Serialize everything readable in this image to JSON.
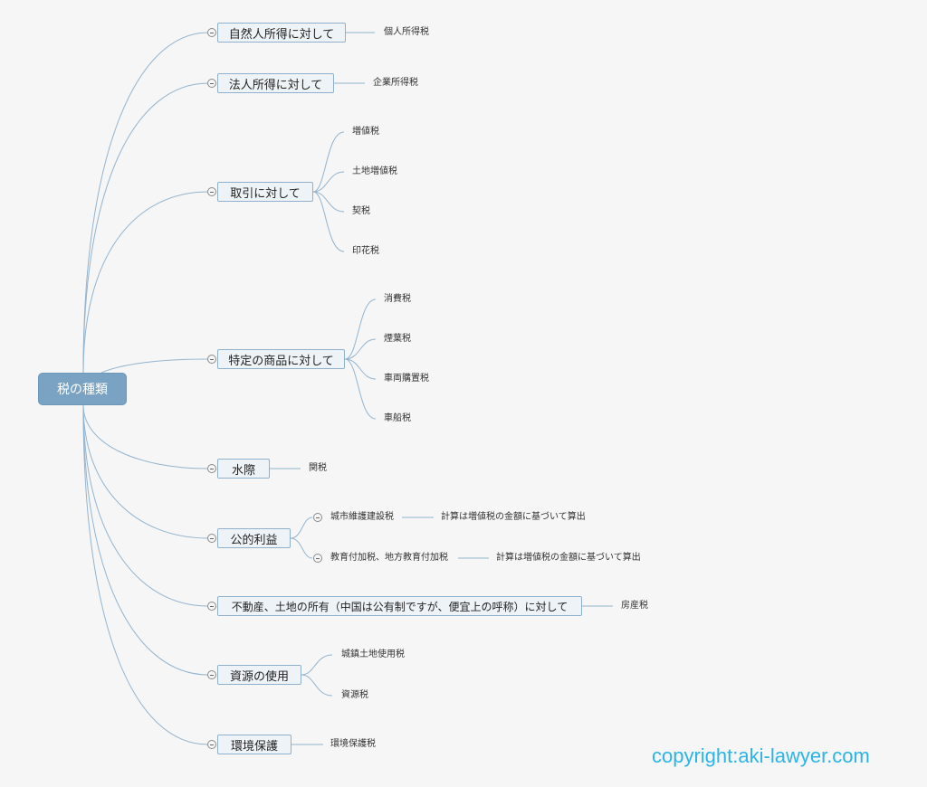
{
  "root": "税の種類",
  "branches": [
    {
      "label": "自然人所得に対して",
      "children": [
        {
          "label": "個人所得税"
        }
      ]
    },
    {
      "label": "法人所得に対して",
      "children": [
        {
          "label": "企業所得税"
        }
      ]
    },
    {
      "label": "取引に対して",
      "children": [
        {
          "label": "増値税"
        },
        {
          "label": "土地増値税"
        },
        {
          "label": "契税"
        },
        {
          "label": "印花税"
        }
      ]
    },
    {
      "label": "特定の商品に対して",
      "children": [
        {
          "label": "消費税"
        },
        {
          "label": "煙葉税"
        },
        {
          "label": "車両購置税"
        },
        {
          "label": "車船税"
        }
      ]
    },
    {
      "label": "水際",
      "children": [
        {
          "label": "関税"
        }
      ]
    },
    {
      "label": "公的利益",
      "children": [
        {
          "label": "城市維護建設税",
          "note": "計算は増値税の金額に基づいて算出"
        },
        {
          "label": "教育付加税、地方教育付加税",
          "note": "計算は増値税の金額に基づいて算出"
        }
      ]
    },
    {
      "label": "不動産、土地の所有（中国は公有制ですが、便宜上の呼称）に対して",
      "children": [
        {
          "label": "房産税"
        }
      ]
    },
    {
      "label": "資源の使用",
      "children": [
        {
          "label": "城鎮土地使用税"
        },
        {
          "label": "資源税"
        }
      ]
    },
    {
      "label": "環境保護",
      "children": [
        {
          "label": "環境保護税"
        }
      ]
    }
  ],
  "copyright": "copyright:aki-lawyer.com"
}
